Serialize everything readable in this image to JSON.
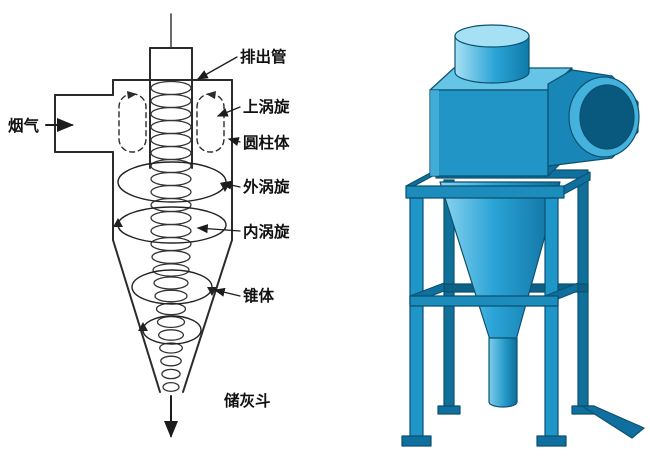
{
  "figure": {
    "left": {
      "labels": {
        "flue_gas": "烟气",
        "discharge_pipe": "排出管",
        "upper_vortex": "上涡旋",
        "cylinder": "圆柱体",
        "outer_vortex": "外涡旋",
        "inner_vortex": "内涡旋",
        "cone": "锥体",
        "ash_hopper": "储灰斗"
      }
    },
    "colors": {
      "line": "#2b2b2b",
      "model_base": "#1e96c8",
      "model_light": "#8fd6f0",
      "model_dark": "#0f6f9e",
      "model_outline": "#0b5170"
    }
  }
}
